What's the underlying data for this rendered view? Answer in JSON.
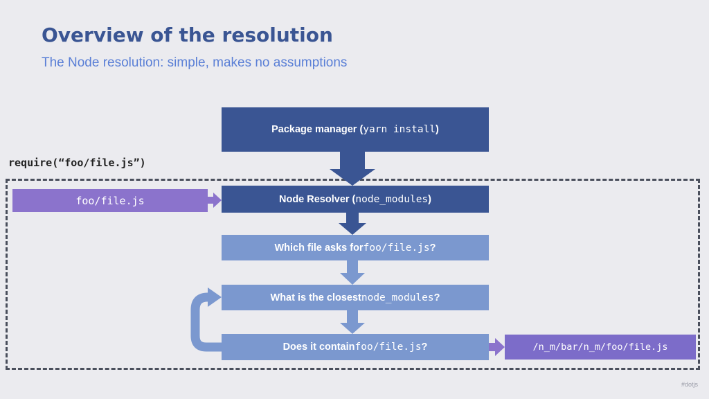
{
  "title": "Overview of the resolution",
  "subtitle": "The Node resolution: simple, makes no assumptions",
  "require_label": "require(“foo/file.js”)",
  "boxes": {
    "package_manager": {
      "text": "Package manager (",
      "code": "yarn install",
      "suffix": ")"
    },
    "node_resolver": {
      "text": "Node Resolver (",
      "code": "node_modules",
      "suffix": ")"
    },
    "which_file": {
      "text": "Which file asks for ",
      "code": "foo/file.js",
      "suffix": "?"
    },
    "closest": {
      "text": "What is the closest ",
      "code": "node_modules",
      "suffix": "?"
    },
    "contains": {
      "text": "Does it contain ",
      "code": "foo/file.js",
      "suffix": "?"
    }
  },
  "input_box": {
    "code": "foo/file.js"
  },
  "result_box": {
    "code": "/n_m/bar/n_m/foo/file.js"
  },
  "footer": "#dotjs",
  "colors": {
    "dark_blue": "#3a5593",
    "light_blue": "#7b98cf",
    "purple": "#8b73cc",
    "background": "#ebebef"
  }
}
